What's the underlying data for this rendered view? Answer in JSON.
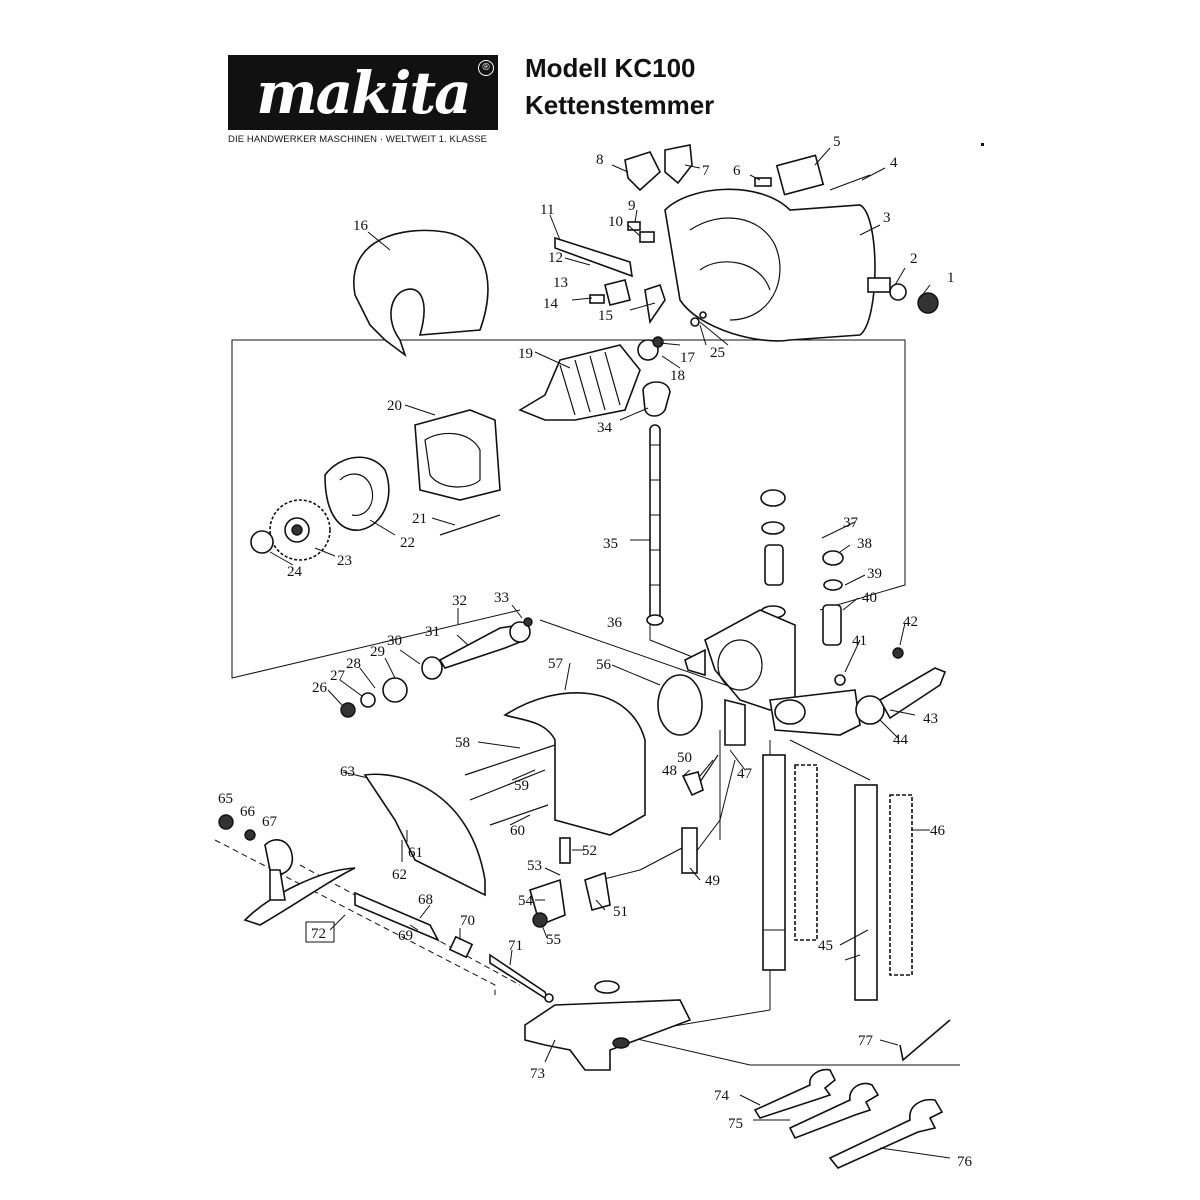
{
  "header": {
    "brand": "makita",
    "registered_mark": "®",
    "tagline": "DIE HANDWERKER MASCHINEN · WELTWEIT 1. KLASSE",
    "model": "Modell KC100",
    "product": "Kettenstemmer"
  },
  "callouts": {
    "1": "1",
    "2": "2",
    "3": "3",
    "4": "4",
    "5": "5",
    "6": "6",
    "7": "7",
    "8": "8",
    "9": "9",
    "10": "10",
    "11": "11",
    "12": "12",
    "13": "13",
    "14": "14",
    "15": "15",
    "16": "16",
    "17": "17",
    "18": "18",
    "19": "19",
    "20": "20",
    "21": "21",
    "22": "22",
    "23": "23",
    "24": "24",
    "25": "25",
    "26": "26",
    "27": "27",
    "28": "28",
    "29": "29",
    "30": "30",
    "31": "31",
    "32": "32",
    "33": "33",
    "34": "34",
    "35": "35",
    "36": "36",
    "37": "37",
    "38": "38",
    "39": "39",
    "40": "40",
    "41": "41",
    "42": "42",
    "43": "43",
    "44": "44",
    "45": "45",
    "46": "46",
    "47": "47",
    "48": "48",
    "49": "49",
    "50": "50",
    "51": "51",
    "52": "52",
    "53": "53",
    "54": "54",
    "55": "55",
    "56": "56",
    "57": "57",
    "58": "58",
    "59": "59",
    "60": "60",
    "61": "61",
    "62": "62",
    "63": "63",
    "65": "65",
    "66": "66",
    "67": "67",
    "68": "68",
    "69": "69",
    "70": "70",
    "71": "71",
    "72": "72",
    "73": "73",
    "74": "74",
    "75": "75",
    "76": "76",
    "77": "77"
  }
}
